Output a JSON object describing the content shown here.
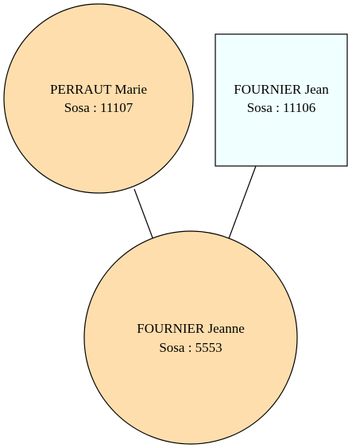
{
  "colors": {
    "female_fill": "#FFDEAD",
    "male_fill": "#F0FFFF",
    "stroke": "#000000"
  },
  "nodes": {
    "mother": {
      "name": "PERRAUT Marie",
      "sosa": "Sosa : 11107",
      "shape": "circle"
    },
    "father": {
      "name": "FOURNIER Jean",
      "sosa": "Sosa : 11106",
      "shape": "box"
    },
    "child": {
      "name": "FOURNIER Jeanne",
      "sosa": "Sosa : 5553",
      "shape": "circle"
    }
  },
  "edges": [
    {
      "from": "mother",
      "to": "child"
    },
    {
      "from": "father",
      "to": "child"
    }
  ]
}
